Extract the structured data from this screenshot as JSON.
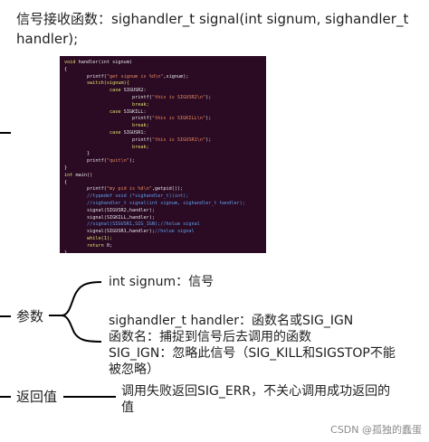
{
  "signature": "信号接收函数：sighandler_t signal(int signum, sighandler_t handler);",
  "code_lines": [
    "void handler(int signum)",
    "{",
    "        printf(\"get signum is %d\\n\",signum);",
    "        switch(signum){",
    "                case SIGUSR2:",
    "                        printf(\"this is SIGUSR2\\n\");",
    "                        break;",
    "                case SIGKILL:",
    "                        printf(\"this is SIGKILL\\n\");",
    "                        break;",
    "                case SIGUSR1:",
    "                        printf(\"this is SIGUSR1\\n\");",
    "                        break;",
    "        }",
    "        printf(\"quit\\n\");",
    "}",
    "",
    "int main()",
    "{",
    "        printf(\"my pid is %d\\n\",getpid());",
    "        //typedef void (*sighandler_t)(int);",
    "        //sighandler_t signal(int signum, sighandler_t handler);",
    "        signal(SIGUSR2,handler);",
    "        signal(SIGKILL,handler);",
    "        //signal(SIGUSR1,SIG_IGN);//holue signal",
    "        signal(SIGUSR1,handler);//holue signal",
    "",
    "        while(1);",
    "        return 0;",
    "}"
  ],
  "params": {
    "label": "参数",
    "signum": "int signum：信号",
    "handler_lines": [
      "sighandler_t handler：函数名或SIG_IGN",
      "函数名：捕捉到信号后去调用的函数",
      "SIG_IGN：忽略此信号（SIG_KILL和SIGSTOP不能",
      "被忽略）"
    ]
  },
  "ret": {
    "label": "返回值",
    "text_lines": [
      "调用失败返回SIG_ERR，不关心调用成功返回的",
      "值"
    ]
  },
  "watermark": "CSDN @孤独的蠢蛋"
}
